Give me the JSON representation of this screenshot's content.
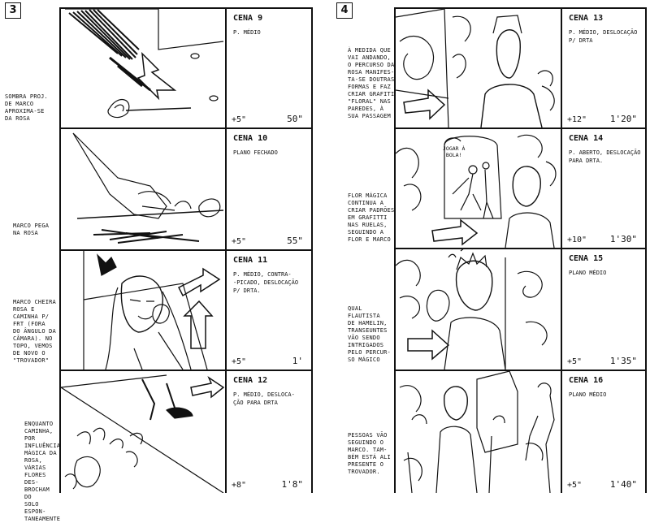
{
  "pages": [
    {
      "number": "3",
      "scenes": [
        {
          "title": "CENA 9",
          "description": "P. MÉDIO",
          "duration": "+5\"",
          "time": "50\"",
          "note": "SOMBRA PROJ.\nDE MARCO\nAPROXIMA-SE\nDA ROSA"
        },
        {
          "title": "CENA 10",
          "description": "PLANO FECHADO",
          "duration": "+5\"",
          "time": "55\"",
          "note": "MARCO PEGA\nNA ROSA"
        },
        {
          "title": "CENA 11",
          "description": "P. MÉDIO, CONTRA-\n-PICADO, DESLOCAÇÃO\nP/ DRTA.",
          "duration": "+5\"",
          "time": "1'",
          "note": "MARCO CHEIRA\nROSA E\nCAMINHA P/\nFRT (FORA\nDO ÂNGULO DA\nCÂMARA). NO\nTOPO, VEMOS\nDE NOVO O\n\"TROVADOR\""
        },
        {
          "title": "CENA 12",
          "description": "P. MÉDIO, DESLOCA-\nÇÃO PARA DRTA",
          "duration": "+8\"",
          "time": "1'8\"",
          "note": "ENQUANTO\nCAMINHA, POR\nINFLUÊNCIA\nMÁGICA DA\nROSA, VÁRIAS\nFLORES DES-\nBROCHAM DO\nSOLO ESPON-\nTANEAMENTE"
        }
      ]
    },
    {
      "number": "4",
      "scenes": [
        {
          "title": "CENA 13",
          "description": "P. MÉDIO, DESLOCAÇÃO\nP/ DRTA",
          "duration": "+12\"",
          "time": "1'20\"",
          "note": "À MEDIDA QUE\nVAI ANDANDO,\nO PERCURSO DA\nROSA MANIFES-\nTA-SE DOUTRAS\nFORMAS E FAZ\nCRIAR GRAFITI\n\"FLORAL\" NAS\nPAREDES, À\nSUA PASSAGEM"
        },
        {
          "title": "CENA 14",
          "description": "P. ABERTO, DESLOCAÇÃO\nPARA DRTA.",
          "duration": "+10\"",
          "time": "1'30\"",
          "note": "FLOR MÁGICA\nCONTINUA A\nCRIAR PADRÕES\nEM GRAFITTI\nNAS RUELAS,\nSEGUINDO A\nFLOR E MARCO",
          "bubble": "JOGAR À\nBOLA!"
        },
        {
          "title": "CENA 15",
          "description": "PLANO MÉDIO",
          "duration": "+5\"",
          "time": "1'35\"",
          "note": "QUAL FLAUTISTA\nDE HAMELIN,\nTRANSEUNTES\nVÃO SENDO\nINTRIGADOS\nPELO PERCUR-\nSO MÁGICO"
        },
        {
          "title": "CENA 16",
          "description": "PLANO MÉDIO",
          "duration": "+5\"",
          "time": "1'40\"",
          "note": "PESSOAS VÃO\nSEGUINDO O\nMARCO. TAM-\nBÉM ESTÁ ALI\nPRESENTE O\nTROVADOR."
        }
      ]
    }
  ]
}
